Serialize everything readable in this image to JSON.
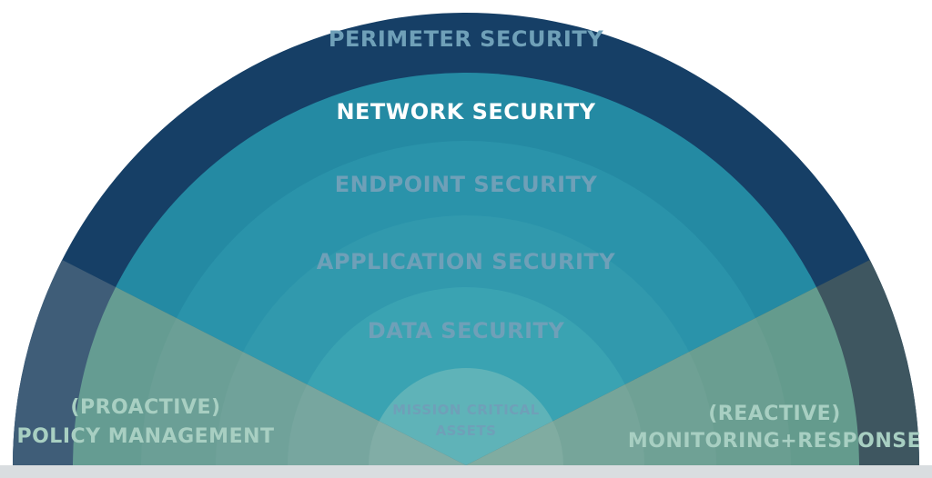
{
  "layers": [
    {
      "label": "PERIMETER SECURITY",
      "color": "#163f66"
    },
    {
      "label": "NETWORK SECURITY",
      "color": "#248aa3"
    },
    {
      "label": "ENDPOINT SECURITY",
      "color": "#2a93aa"
    },
    {
      "label": "APPLICATION SECURITY",
      "color": "#3199ad"
    },
    {
      "label": "DATA SECURITY",
      "color": "#3aa3b2"
    }
  ],
  "core": {
    "line1": "MISSION CRITICAL",
    "line2": "ASSETS",
    "color": "#5fb3b8"
  },
  "left_wedge": {
    "line1": "(PROACTIVE)",
    "line2": "POLICY MANAGEMENT",
    "outer_color": "#3f5d78",
    "inner_color": "#6fae9a"
  },
  "right_wedge": {
    "line1": "(REACTIVE)",
    "line2": "MONITORING+RESPONSE",
    "outer_color": "#3e5660",
    "inner_color": "#6fae9a"
  },
  "colors": {
    "label_light": "#ffffff",
    "label_muted": "#6fa0b8",
    "floor": "#d9dde0"
  }
}
